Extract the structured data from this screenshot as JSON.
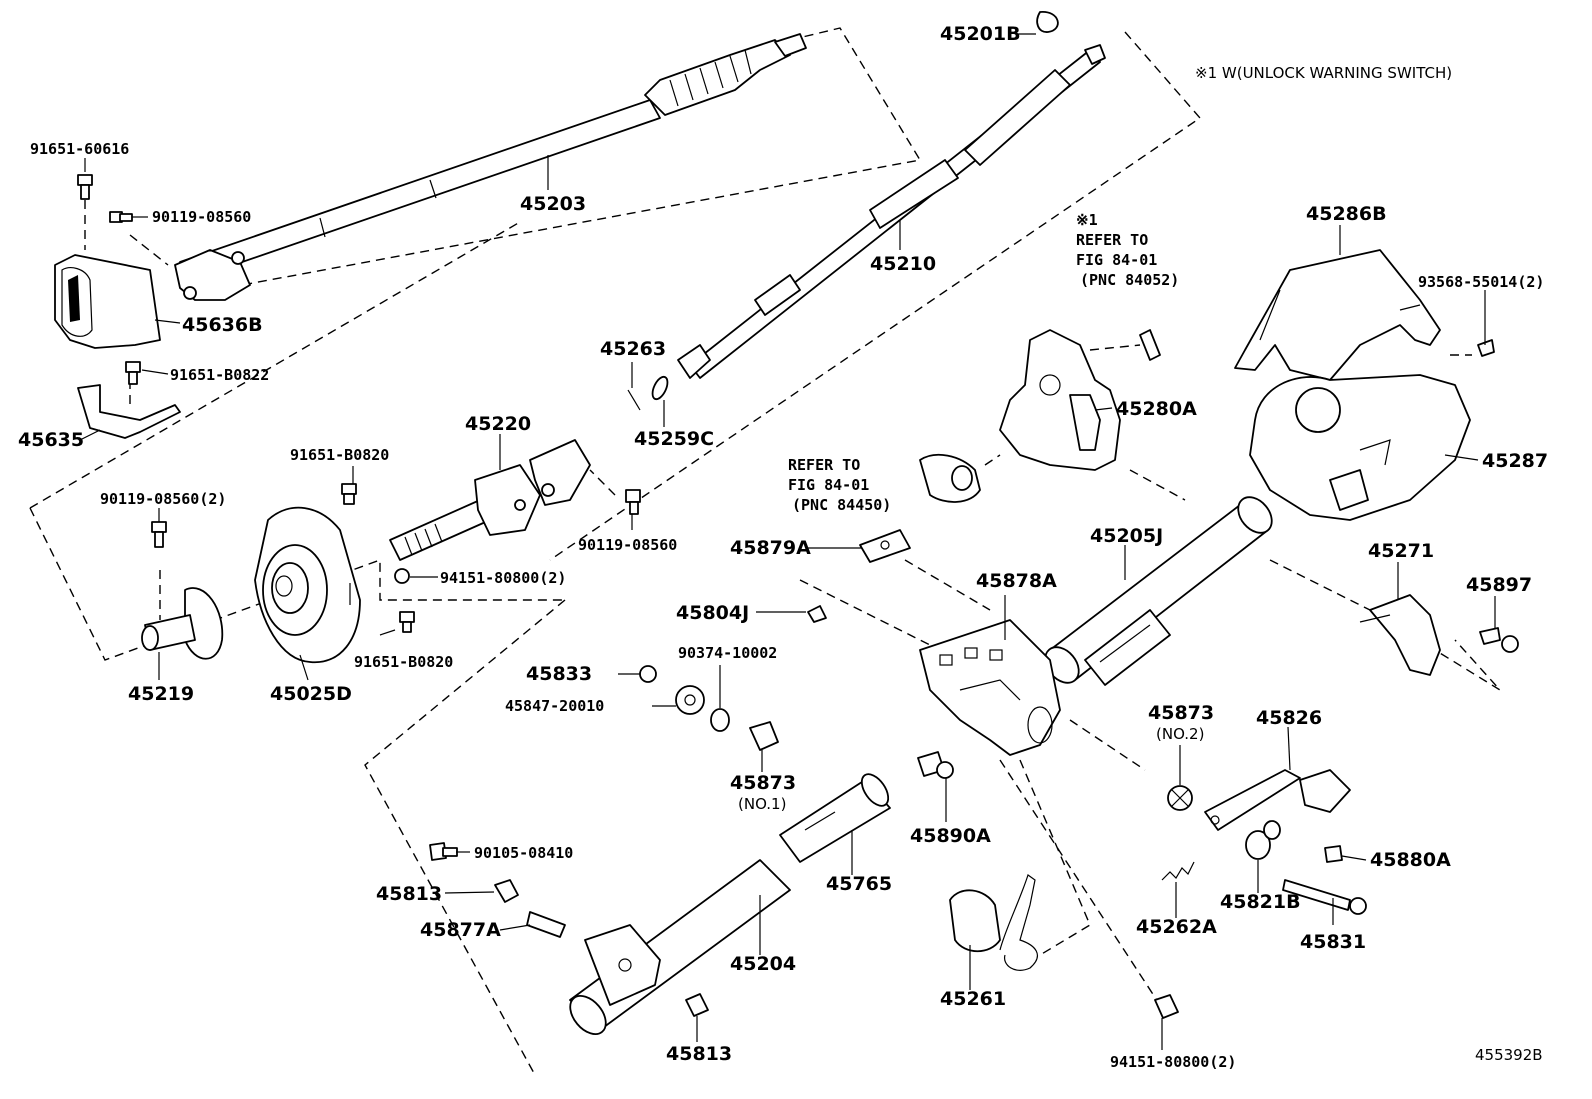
{
  "diagram": {
    "figure_code": "455392B",
    "note_symbol_line": "※1 W(UNLOCK WARNING SWITCH)",
    "refer_a": [
      "※1",
      "REFER TO",
      "FIG 84-01",
      "(PNC 84052)"
    ],
    "refer_b": [
      "REFER TO",
      "FIG 84-01",
      "(PNC 84450)"
    ]
  },
  "parts": {
    "p45201B": "45201B",
    "p45203": "45203",
    "p45210": "45210",
    "p91651_60616": "91651-60616",
    "p90119_08560_a": "90119-08560",
    "p45636B": "45636B",
    "p91651_B0822": "91651-B0822",
    "p45635": "45635",
    "p45263": "45263",
    "p45259C": "45259C",
    "p45220": "45220",
    "p91651_B0820_a": "91651-B0820",
    "p90119_08560_2": "90119-08560(2)",
    "p90119_08560_b": "90119-08560",
    "p94151_80800_2_a": "94151-80800(2)",
    "p91651_B0820_b": "91651-B0820",
    "p45219": "45219",
    "p45025D": "45025D",
    "p45286B": "45286B",
    "p93568_55014_2": "93568-55014(2)",
    "p45280A": "45280A",
    "p45287": "45287",
    "p45879A": "45879A",
    "p45205J": "45205J",
    "p45878A": "45878A",
    "p45271": "45271",
    "p45897": "45897",
    "p45804J": "45804J",
    "p45833": "45833",
    "p90374_10002": "90374-10002",
    "p45847_20010": "45847-20010",
    "p45873_no1": "45873",
    "p45873_no1_sub": "(NO.1)",
    "p45873_no2": "45873",
    "p45873_no2_sub": "(NO.2)",
    "p45826": "45826",
    "p45890A": "45890A",
    "p45765": "45765",
    "p90105_08410": "90105-08410",
    "p45813_a": "45813",
    "p45877A": "45877A",
    "p45204": "45204",
    "p45813_b": "45813",
    "p45261": "45261",
    "p45262A": "45262A",
    "p45880A": "45880A",
    "p45821B": "45821B",
    "p45831": "45831",
    "p94151_80800_2_b": "94151-80800(2)"
  }
}
